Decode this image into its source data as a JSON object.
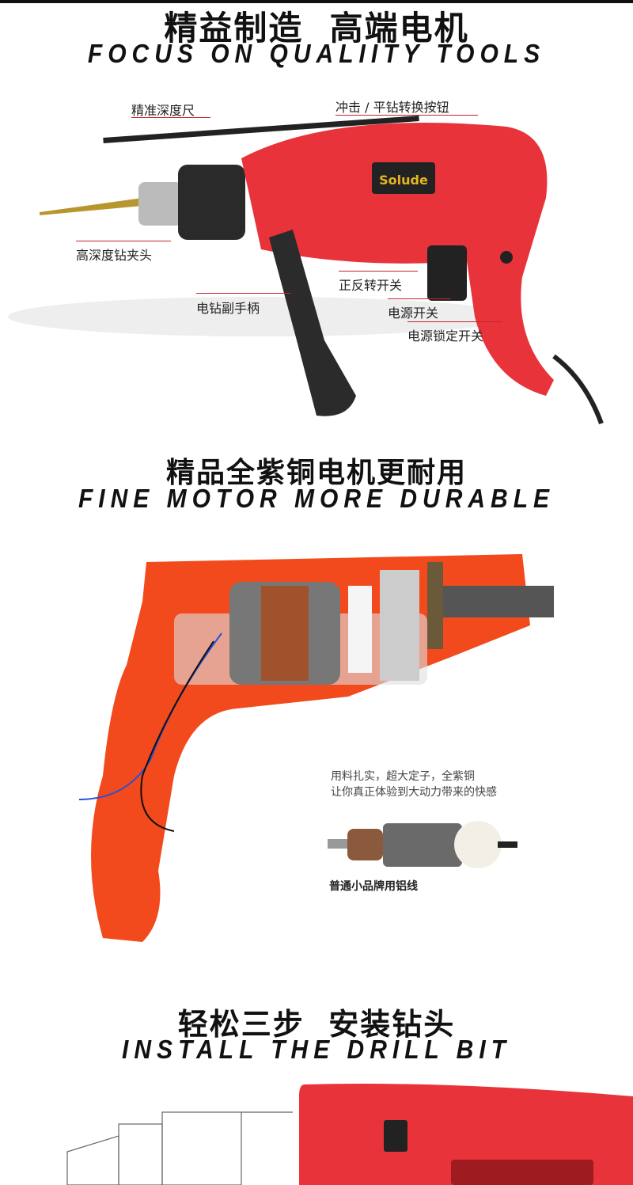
{
  "section1": {
    "title_cn": "精益制造  高端电机",
    "title_en": "FOCUS ON QUALIITY TOOLS",
    "brand_logo": "Solude",
    "labels": {
      "depth_gauge": "精准深度尺",
      "mode_switch": "冲击 / 平钻转换按钮",
      "chuck": "高深度钻夹头",
      "reverse_switch": "正反转开关",
      "aux_handle": "电钻副手柄",
      "power_switch": "电源开关",
      "lock_switch": "电源锁定开关"
    }
  },
  "section2": {
    "title_cn": "精品全紫铜电机更耐用",
    "title_en": "FINE MOTOR MORE DURABLE",
    "note_line1": "用料扎实，超大定子，全紫铜",
    "note_line2": "让你真正体验到大动力带来的快感",
    "armature_caption": "普通小品牌用铝线"
  },
  "section3": {
    "title_cn": "轻松三步  安装钻头",
    "title_en": "INSTALL THE DRILL BIT"
  },
  "colors": {
    "drill_red": "#e8333a",
    "housing_orange": "#f24a1c",
    "label_line": "#c0272d"
  }
}
